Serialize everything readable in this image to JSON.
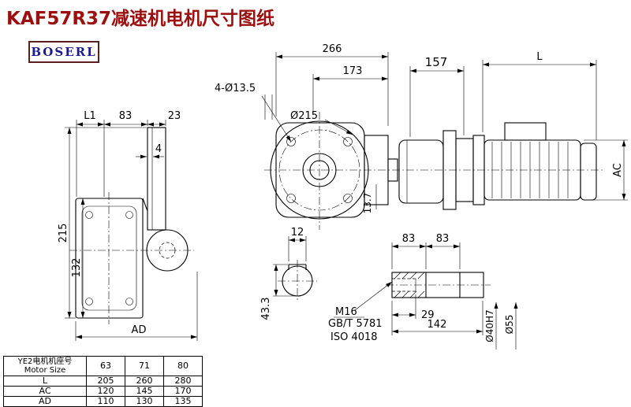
{
  "page": {
    "title": "KAF57R37减速机电机尺寸图纸",
    "logo_text": "BOSERL"
  },
  "front_view": {
    "dim_total_width": "266",
    "dim_inner_width": "173",
    "label_bolt_holes": "4-Ø13.5",
    "label_flange_dia": "Ø215"
  },
  "side_view": {
    "dim_157": "157",
    "dim_L": "L",
    "dim_AC": "AC",
    "dim_137": "13.7"
  },
  "left_view": {
    "dim_L1": "L1",
    "dim_83": "83",
    "dim_23": "23",
    "dim_4": "4",
    "dim_215": "215",
    "dim_132": "132",
    "dim_AD": "AD"
  },
  "section_view": {
    "dim_12": "12",
    "dim_433": "43.3"
  },
  "shaft_view": {
    "dim_83a": "83",
    "dim_83b": "83",
    "label_m16": "M16",
    "label_gb": "GB/T 5781",
    "label_iso": "ISO 4018",
    "dim_29": "29",
    "dim_142": "142",
    "dim_d40": "Ø40H7",
    "dim_d55": "Ø55"
  },
  "table": {
    "header_cn": "YE2电机机座号",
    "header_en": "Motor Size",
    "sizes": [
      "63",
      "71",
      "80"
    ],
    "rows": [
      {
        "label": "L",
        "values": [
          "205",
          "260",
          "280"
        ]
      },
      {
        "label": "AC",
        "values": [
          "120",
          "145",
          "170"
        ]
      },
      {
        "label": "AD",
        "values": [
          "110",
          "130",
          "135"
        ]
      }
    ]
  }
}
